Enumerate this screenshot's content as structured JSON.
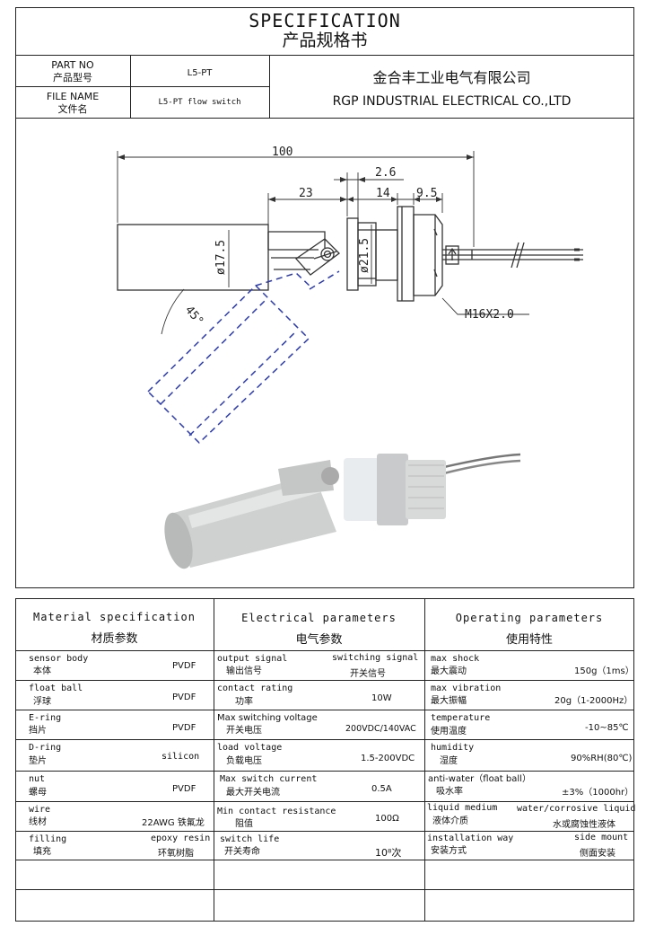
{
  "header": {
    "title_en": "SPECIFICATION",
    "title_cn": "产品规格书",
    "part_no_label_en": "PART NO",
    "part_no_label_cn": "产品型号",
    "part_no_value": "L5-PT",
    "file_name_label_en": "FILE NAME",
    "file_name_label_cn": "文件名",
    "file_name_value": "L5-PT flow switch",
    "company_cn": "金合丰工业电气有限公司",
    "company_en": "RGP INDUSTRIAL ELECTRICAL CO.,LTD"
  },
  "drawing": {
    "dim_overall": "100",
    "dim_23": "23",
    "dim_2_6": "2.6",
    "dim_14": "14",
    "dim_9_5": "9.5",
    "dim_dia_17_5": "ø17.5",
    "dim_dia_21_5": "ø21.5",
    "angle": "45°",
    "thread": "M16X2.0",
    "line_color": "#333333",
    "swing_color": "#2a3ab8"
  },
  "table": {
    "material": {
      "heading_en": "Material specification",
      "heading_cn": "材质参数",
      "rows": [
        {
          "en": "sensor body",
          "cn": "本体",
          "value": "PVDF"
        },
        {
          "en": "float ball",
          "cn": "浮球",
          "value": "PVDF"
        },
        {
          "en": "E-ring",
          "cn": "挡片",
          "value": "PVDF"
        },
        {
          "en": "D-ring",
          "cn": "垫片",
          "value": "silicon"
        },
        {
          "en": "nut",
          "cn": "螺母",
          "value": "PVDF"
        },
        {
          "en": "wire",
          "cn": "线材",
          "value": "22AWG 铁氟龙"
        },
        {
          "en": "filling",
          "cn": "填充",
          "value_en": "epoxy resin",
          "value_cn": "环氧树脂"
        }
      ]
    },
    "electrical": {
      "heading_en": "Electrical parameters",
      "heading_cn": "电气参数",
      "rows": [
        {
          "en": "output signal",
          "cn": "输出信号",
          "value_en": "switching signal",
          "value_cn": "开关信号"
        },
        {
          "en": "contact rating",
          "cn": "功率",
          "value": "10W"
        },
        {
          "en": "Max switching voltage",
          "cn": "开关电压",
          "value": "200VDC/140VAC"
        },
        {
          "en": "load voltage",
          "cn": "负载电压",
          "value": "1.5-200VDC"
        },
        {
          "en": "Max switch current",
          "cn": "最大开关电流",
          "value": "0.5A"
        },
        {
          "en": "Min contact resistance",
          "cn": "阻值",
          "value": "100Ω"
        },
        {
          "en": "switch life",
          "cn": "开关寿命",
          "value": "10⁸次"
        }
      ]
    },
    "operating": {
      "heading_en": "Operating parameters",
      "heading_cn": "使用特性",
      "rows": [
        {
          "en": "max shock",
          "cn": "最大震动",
          "value": "150g（1ms）"
        },
        {
          "en": "max vibration",
          "cn": "最大振幅",
          "value": "20g（1-2000Hz）"
        },
        {
          "en": "temperature",
          "cn": "使用温度",
          "value": "-10~85℃"
        },
        {
          "en": "humidity",
          "cn": "湿度",
          "value": "90%RH(80℃)"
        },
        {
          "en": "anti-water（float ball）",
          "cn": "吸水率",
          "value": "±3%（1000hr）"
        },
        {
          "en": "liquid medium",
          "cn": "液体介质",
          "value_en": "water/corrosive liquid",
          "value_cn": "水或腐蚀性液体"
        },
        {
          "en": "installation way",
          "cn": "安装方式",
          "value_en": "side mount",
          "value_cn": "侧面安装"
        }
      ]
    }
  }
}
